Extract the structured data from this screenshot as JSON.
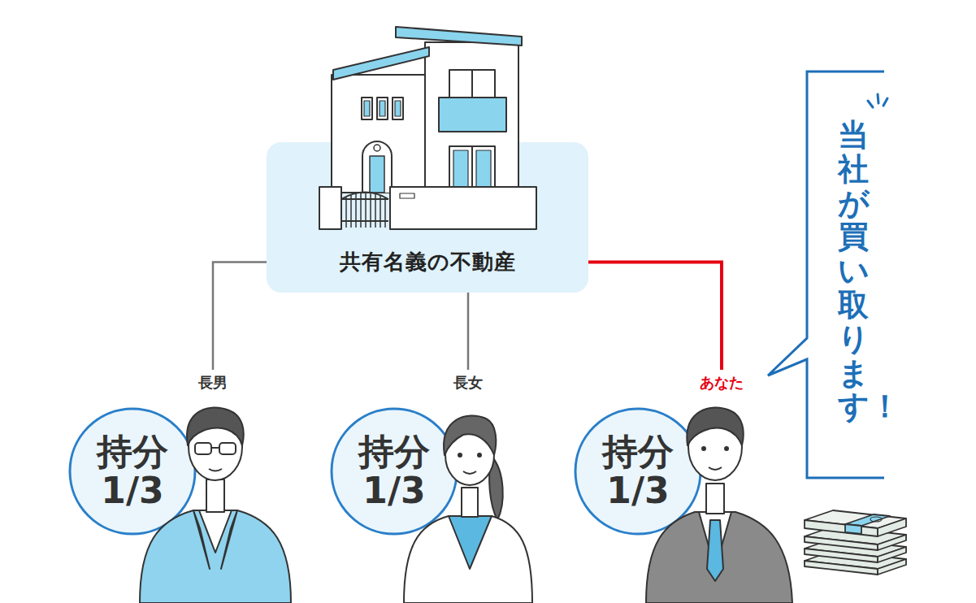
{
  "diagram": {
    "nodes": [
      {
        "text": [
          "共有名義の不動産"
        ]
      },
      {
        "text": [
          "長男",
          "持分 1/3"
        ]
      },
      {
        "text": [
          "長女",
          "持分 1/3"
        ]
      },
      {
        "text": [
          "あなた",
          "持分 1/3"
        ]
      },
      {
        "text": [
          "当社が買い取ります！"
        ]
      }
    ],
    "edges": [
      {
        "from": 0,
        "to": 1,
        "arrow": "none"
      },
      {
        "from": 0,
        "to": 2,
        "arrow": "none"
      },
      {
        "from": 0,
        "to": 3,
        "arrow": "none"
      }
    ]
  }
}
